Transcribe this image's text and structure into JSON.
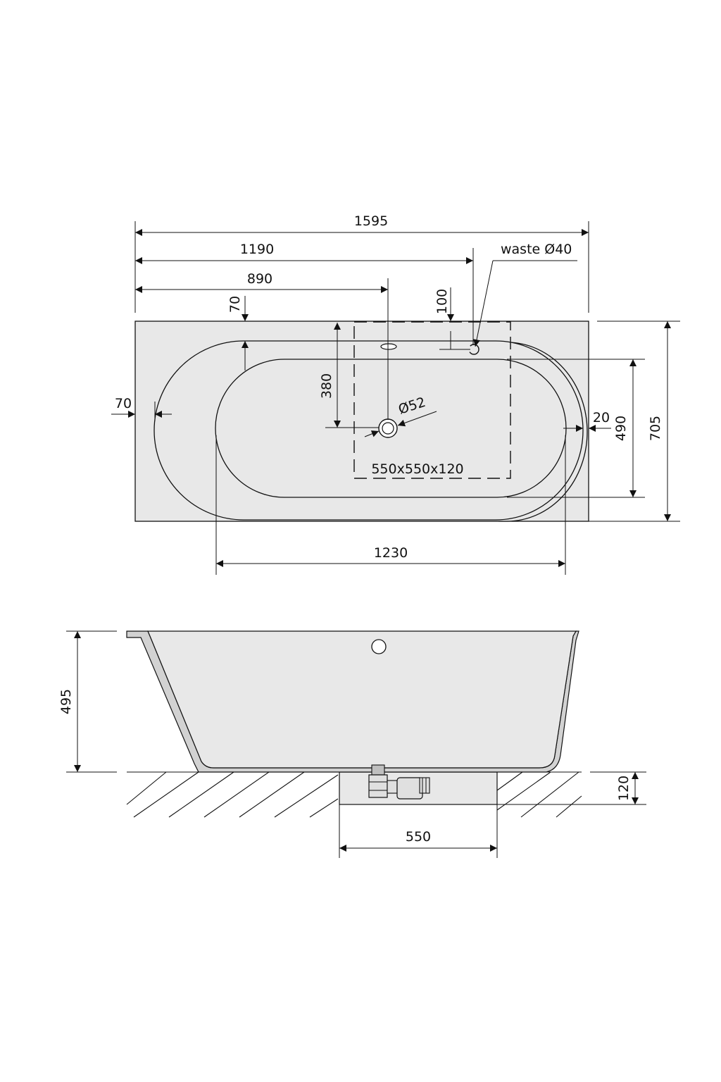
{
  "top_view": {
    "overall_length": "1595",
    "waste_position": "1190",
    "waste_label": "waste Ø40",
    "drain_position": "890",
    "rim_top": "70",
    "waste_offset": "100",
    "drain_offset": "380",
    "drain_diameter": "Ø52",
    "rim_left": "70",
    "rim_right": "20",
    "inner_width": "490",
    "overall_width": "705",
    "inner_length": "1230",
    "service_opening": "550x550x120"
  },
  "side_view": {
    "height": "495",
    "floor_depth": "120",
    "opening_width": "550"
  },
  "colors": {
    "fill": "#e8e8e8",
    "line": "#111111",
    "background": "#ffffff"
  }
}
